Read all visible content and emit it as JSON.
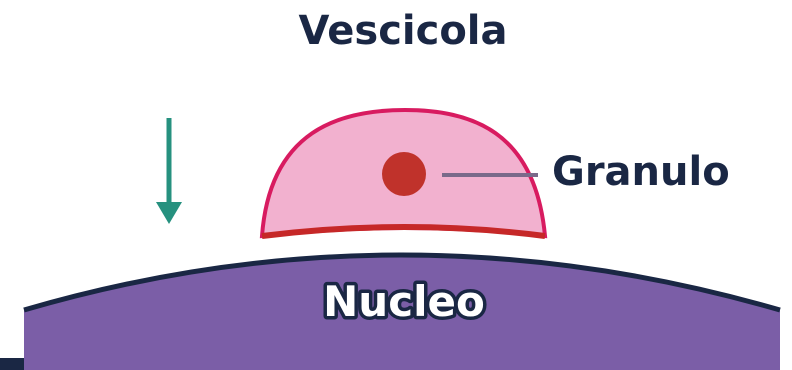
{
  "labels": {
    "vesicle": "Vescicola",
    "granule": "Granulo",
    "nucleus": "Nucleo"
  },
  "colors": {
    "vesicle_fill": "#f2b1cf",
    "vesicle_stroke": "#d81b60",
    "vesicle_base": "#c62828",
    "granule": "#c0322b",
    "leader_line": "#7a6a8a",
    "nucleus_fill": "#7b5ea7",
    "nucleus_edge": "#1a2744",
    "arrow": "#26917f",
    "text": "#1a2744",
    "nucleus_text": "#ffffff"
  },
  "icons": {
    "direction_arrow": "arrow-down-icon"
  }
}
